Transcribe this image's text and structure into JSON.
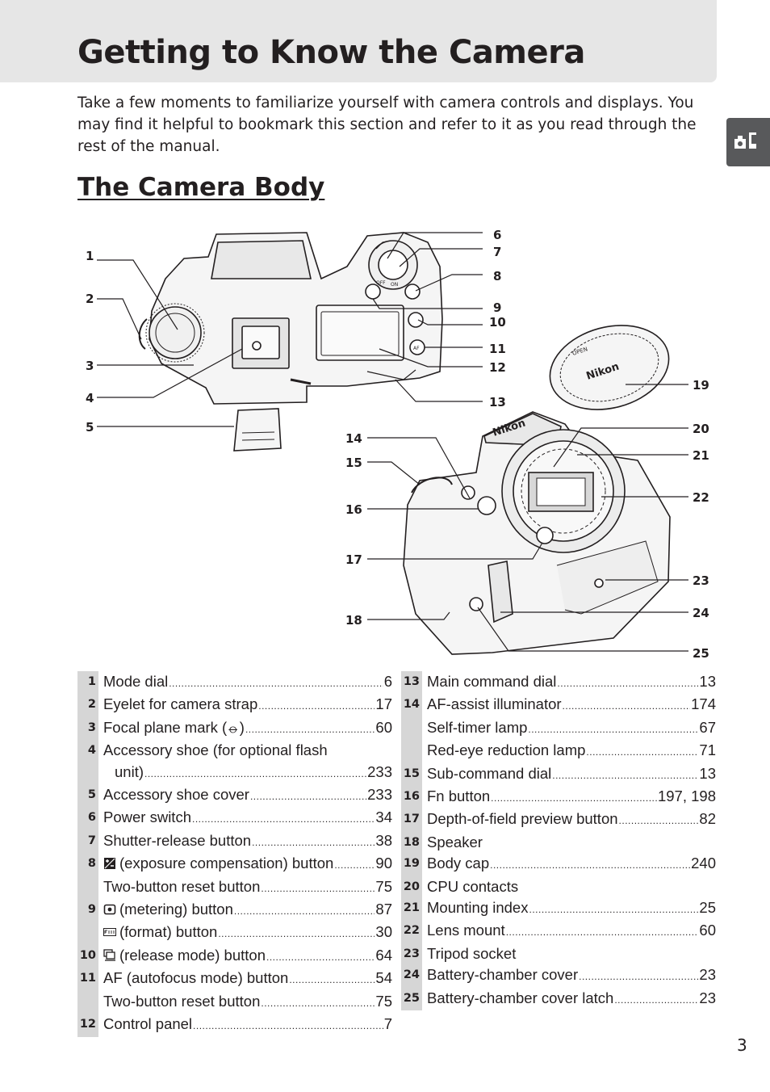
{
  "header": {
    "title": "Getting to Know the Camera",
    "intro": "Take a few moments to familiarize yourself with camera controls and displays.  You may find it helpful to bookmark this section and refer to it as you read through the rest of the manual."
  },
  "section": {
    "title": "The Camera Body"
  },
  "diagram": {
    "callouts": [
      "1",
      "2",
      "3",
      "4",
      "5",
      "6",
      "7",
      "8",
      "9",
      "10",
      "11",
      "12",
      "13",
      "14",
      "15",
      "16",
      "17",
      "18",
      "19",
      "20",
      "21",
      "22",
      "23",
      "24",
      "25"
    ],
    "camera_labels": {
      "on": "ON",
      "off": "OFF",
      "af": "AF",
      "open": "OPEN",
      "brand": "Nikon"
    }
  },
  "legend": {
    "left": [
      {
        "num": "1",
        "lines": [
          {
            "label": "Mode dial",
            "page": "6"
          }
        ]
      },
      {
        "num": "2",
        "lines": [
          {
            "label": "Eyelet for camera strap",
            "page": "17"
          }
        ]
      },
      {
        "num": "3",
        "lines": [
          {
            "label": "Focal plane mark (⦵)",
            "page": "60"
          }
        ]
      },
      {
        "num": "4",
        "lines": [
          {
            "label": "Accessory shoe (for optional flash",
            "page": ""
          },
          {
            "label": "unit)",
            "page": "233",
            "indent": true
          }
        ]
      },
      {
        "num": "5",
        "lines": [
          {
            "label": "Accessory shoe cover",
            "page": "233"
          }
        ]
      },
      {
        "num": "6",
        "lines": [
          {
            "label": "Power switch",
            "page": "34"
          }
        ]
      },
      {
        "num": "7",
        "lines": [
          {
            "label": "Shutter-release button",
            "page": "38"
          }
        ]
      },
      {
        "num": "8",
        "lines": [
          {
            "label": "(exposure compensation) button",
            "page": "90",
            "icon": "exposure-compensation-icon"
          },
          {
            "label": "Two-button reset button",
            "page": "75"
          }
        ]
      },
      {
        "num": "9",
        "lines": [
          {
            "label": "(metering) button",
            "page": "87",
            "icon": "metering-icon"
          },
          {
            "label": "(format) button",
            "page": "30",
            "icon": "format-icon"
          }
        ]
      },
      {
        "num": "10",
        "lines": [
          {
            "label": "(release mode) button",
            "page": "64",
            "icon": "release-mode-icon"
          }
        ]
      },
      {
        "num": "11",
        "lines": [
          {
            "label": "AF (autofocus mode) button",
            "page": "54"
          },
          {
            "label": "Two-button reset button",
            "page": "75"
          }
        ]
      },
      {
        "num": "12",
        "lines": [
          {
            "label": "Control panel",
            "page": "7"
          }
        ]
      }
    ],
    "right": [
      {
        "num": "13",
        "lines": [
          {
            "label": "Main command dial",
            "page": "13"
          }
        ]
      },
      {
        "num": "14",
        "lines": [
          {
            "label": "AF-assist illuminator",
            "page": "174"
          },
          {
            "label": "Self-timer lamp",
            "page": "67"
          },
          {
            "label": "Red-eye reduction lamp",
            "page": "71"
          }
        ]
      },
      {
        "num": "15",
        "lines": [
          {
            "label": "Sub-command dial",
            "page": "13"
          }
        ]
      },
      {
        "num": "16",
        "lines": [
          {
            "label": "Fn button",
            "page": "197, 198"
          }
        ]
      },
      {
        "num": "17",
        "lines": [
          {
            "label": "Depth-of-field preview button",
            "page": "82"
          }
        ]
      },
      {
        "num": "18",
        "lines": [
          {
            "label": "Speaker",
            "page": ""
          }
        ]
      },
      {
        "num": "19",
        "lines": [
          {
            "label": "Body cap",
            "page": "240"
          }
        ]
      },
      {
        "num": "20",
        "lines": [
          {
            "label": "CPU contacts",
            "page": ""
          }
        ]
      },
      {
        "num": "21",
        "lines": [
          {
            "label": "Mounting index",
            "page": "25"
          }
        ]
      },
      {
        "num": "22",
        "lines": [
          {
            "label": "Lens mount",
            "page": "60"
          }
        ]
      },
      {
        "num": "23",
        "lines": [
          {
            "label": "Tripod socket",
            "page": ""
          }
        ]
      },
      {
        "num": "24",
        "lines": [
          {
            "label": "Battery-chamber cover",
            "page": "23"
          }
        ]
      },
      {
        "num": "25",
        "lines": [
          {
            "label": "Battery-chamber cover latch",
            "page": "23"
          }
        ]
      }
    ]
  },
  "footer": {
    "page_number": "3"
  }
}
